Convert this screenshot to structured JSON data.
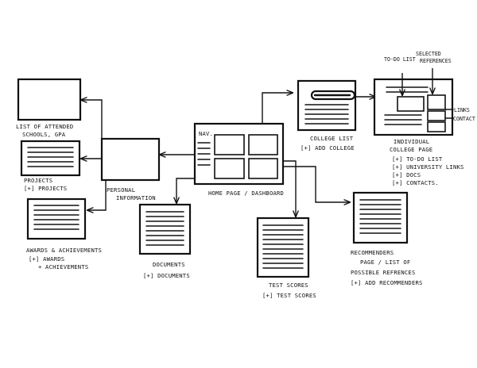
{
  "home": {
    "nav": "NAV.",
    "caption": "HOME PAGE / DASHBOARD"
  },
  "personal": {
    "caption_1": "PERSONAL",
    "caption_2": "INFORMATION"
  },
  "attended": {
    "caption_1": "LIST OF ATTENDED",
    "caption_2": "SCHOOLS, GPA"
  },
  "projects": {
    "caption_1": "PROJECTS",
    "caption_2": "[+] PROJECTS"
  },
  "awards": {
    "caption_1": "AWARDS & ACHIEVEMENTS",
    "caption_2": "[+] AWARDS",
    "caption_3": "+ ACHIEVEMENTS"
  },
  "documents": {
    "caption_1": "DOCUMENTS",
    "caption_2": "[+] DOCUMENTS"
  },
  "test_scores": {
    "caption_1": "TEST SCORES",
    "caption_2": "[+] TEST SCORES"
  },
  "college_list": {
    "caption_1": "COLLEGE LIST",
    "caption_2": "[+] ADD COLLEGE"
  },
  "college_page": {
    "caption_1": "INDIVIDUAL",
    "caption_2": "COLLEGE PAGE",
    "item_1": "[+] TO-DO LIST",
    "item_2": "[+] UNIVERSITY LINKS",
    "item_3": "[+] DOCS",
    "item_4": "[+] CONTACTS.",
    "callout_todo": "TO-DO LIST",
    "callout_selected_1": "SELECTED",
    "callout_selected_2": "REFERENCES",
    "callout_links": "LINKS",
    "callout_contact": "CONTACT"
  },
  "recommenders": {
    "caption_1": "RECOMMENDERS",
    "caption_2": "PAGE / LIST OF",
    "caption_3": "POSSIBLE REFRENCES",
    "caption_4": "[+] ADD RECOMMENDERS"
  }
}
